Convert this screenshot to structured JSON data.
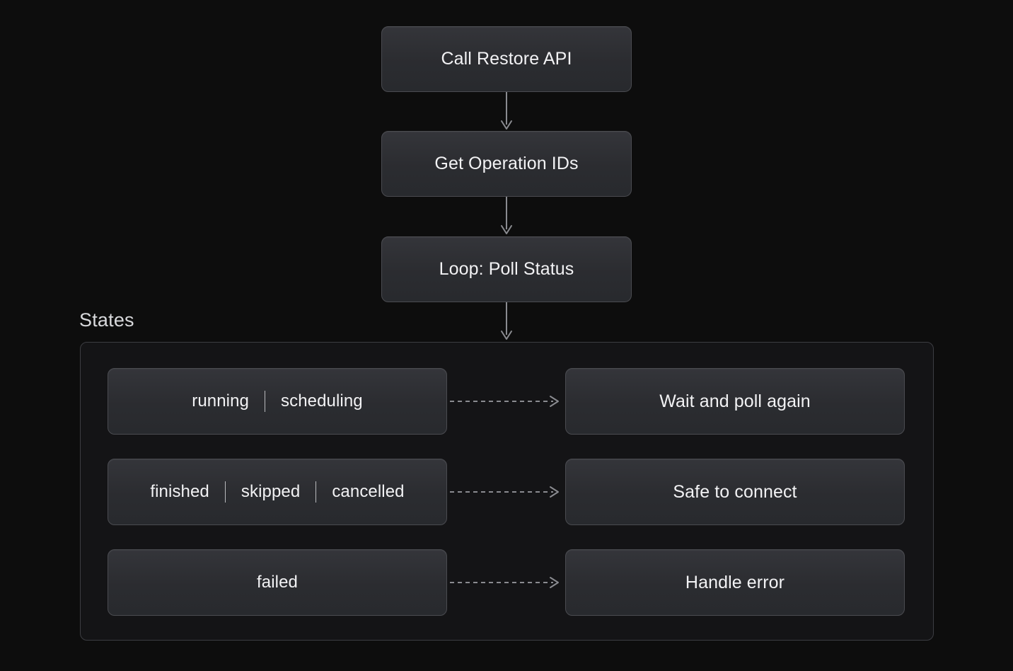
{
  "diagram": {
    "flow_nodes": [
      {
        "id": "call-restore",
        "label": "Call Restore API"
      },
      {
        "id": "get-op-ids",
        "label": "Get Operation IDs"
      },
      {
        "id": "loop-poll",
        "label": "Loop: Poll Status"
      }
    ],
    "group": {
      "label": "States",
      "rows": [
        {
          "id": "running",
          "states": [
            "running",
            "scheduling"
          ],
          "action": "Wait and poll again"
        },
        {
          "id": "finished",
          "states": [
            "finished",
            "skipped",
            "cancelled"
          ],
          "action": "Safe to connect"
        },
        {
          "id": "failed",
          "states": [
            "failed"
          ],
          "action": "Handle error"
        }
      ]
    },
    "connectors": {
      "vertical": [
        {
          "id": "varrow-1",
          "from": "call-restore",
          "to": "get-op-ids",
          "style": "solid"
        },
        {
          "id": "varrow-2",
          "from": "get-op-ids",
          "to": "loop-poll",
          "style": "solid"
        },
        {
          "id": "varrow-3",
          "from": "loop-poll",
          "to": "states",
          "style": "solid"
        }
      ],
      "horizontal": [
        {
          "id": "harrow-1",
          "from": "running",
          "to": "wait",
          "style": "dashed"
        },
        {
          "id": "harrow-2",
          "from": "finished",
          "to": "safe",
          "style": "dashed"
        },
        {
          "id": "harrow-3",
          "from": "failed",
          "to": "handle",
          "style": "dashed"
        }
      ]
    },
    "colors": {
      "page_background": "#0d0d0d",
      "group_background": "#141416",
      "node_fill": "#2c2d31",
      "node_border": "#4a4b50",
      "group_border": "#3c3d42",
      "text": "#f2f2f4",
      "connector": "#8a8b90"
    }
  }
}
